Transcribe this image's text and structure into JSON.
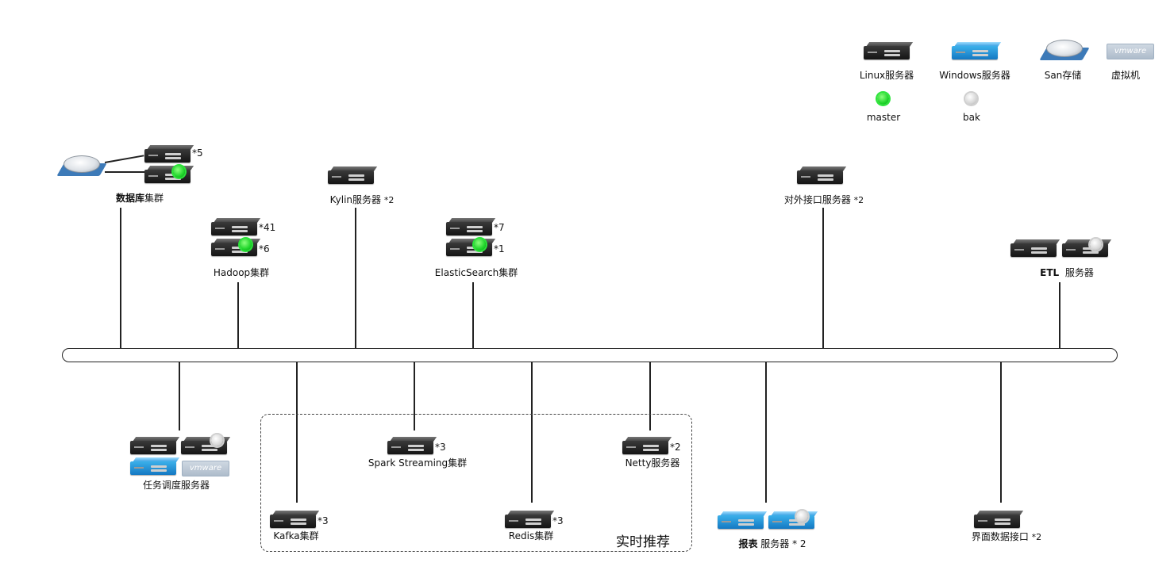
{
  "legend": {
    "linux": "Linux服务器",
    "windows": "Windows服务器",
    "san": "San存储",
    "vm": "虚拟机",
    "master": "master",
    "bak": "bak",
    "vm_logo": "vmware"
  },
  "nodes": {
    "db": {
      "label_bold": "数据库",
      "label_rest": "集群",
      "mult_top": "*5"
    },
    "hadoop": {
      "label": "Hadoop集群",
      "mult_top": "*41",
      "mult_bottom": "*6"
    },
    "kylin": {
      "label": "Kylin服务器",
      "mult": "*2"
    },
    "es": {
      "label": "ElasticSearch集群",
      "mult_top": "*7",
      "mult_bottom": "*1"
    },
    "api_out": {
      "label": "对外接口服务器",
      "mult": "*2"
    },
    "etl": {
      "label_bold": "ETL",
      "label_rest": "服务器"
    },
    "scheduler": {
      "label": "任务调度服务器"
    },
    "kafka": {
      "label": "Kafka集群",
      "mult": "*3"
    },
    "spark": {
      "label": "Spark Streaming集群",
      "mult": "*3"
    },
    "redis": {
      "label": "Redis集群",
      "mult": "*3"
    },
    "netty": {
      "label": "Netty服务器",
      "mult": "*2"
    },
    "report": {
      "label_bold": "报表",
      "label_rest": "服务器 * 2"
    },
    "ui_api": {
      "label": "界面数据接口",
      "mult": "*2"
    }
  },
  "realtime_group": {
    "title": "实时推荐"
  }
}
